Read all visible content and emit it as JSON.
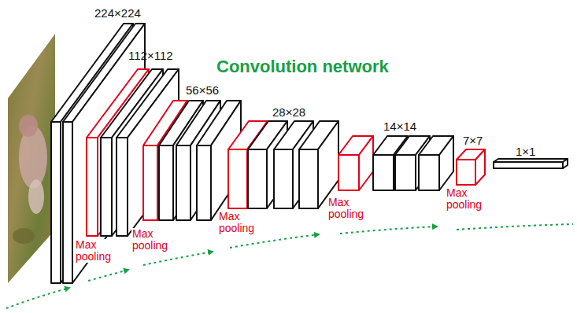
{
  "diagram": {
    "title": "Convolution network",
    "labels": [
      "224×224",
      "112×112",
      "56×56",
      "28×28",
      "14×14",
      "7×7",
      "1×1",
      "Max pooling",
      "Max pooling",
      "Max pooling",
      "Max pooling",
      "Max pooling"
    ]
  }
}
